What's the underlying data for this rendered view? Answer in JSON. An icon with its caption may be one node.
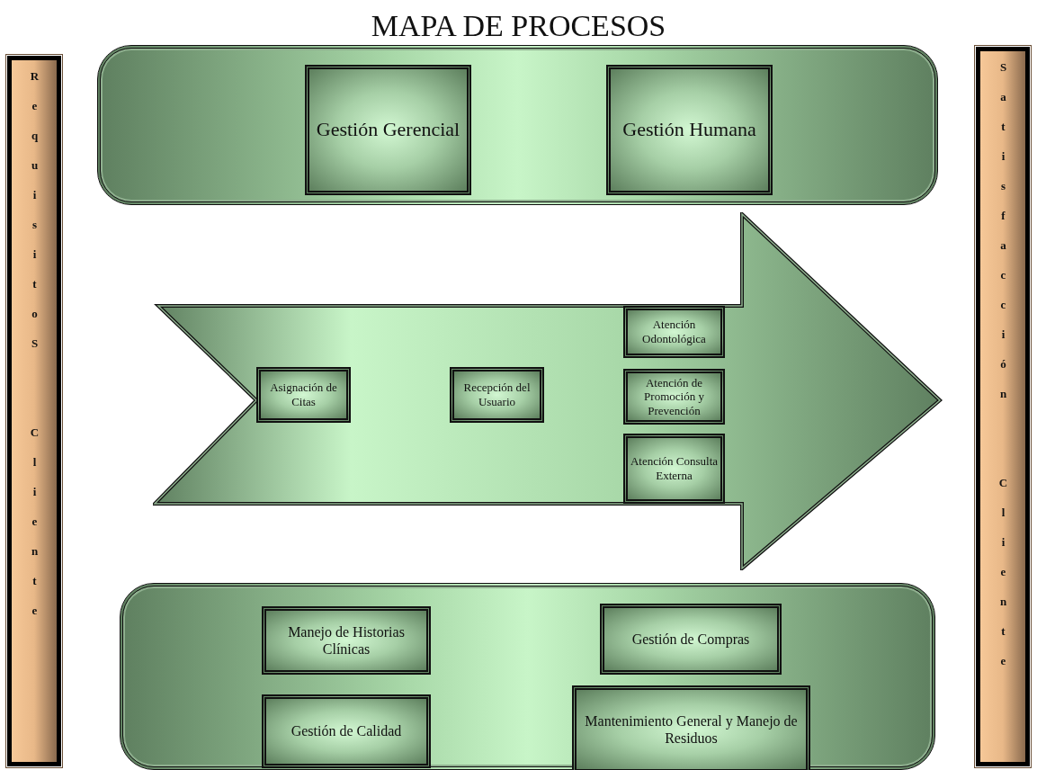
{
  "diagram": {
    "title": "MAPA DE PROCESOS",
    "nodes": [
      {
        "text": [
          "RequisitoS  Cliente"
        ]
      },
      {
        "text": [],
        "shape": "box"
      },
      {
        "text": [
          "Gestión Gerencial"
        ],
        "in": 1
      },
      {
        "text": [
          "Gestión Humana"
        ],
        "in": 1
      },
      {
        "text": [],
        "shape": "arrow"
      },
      {
        "text": [
          "Asignación de Citas"
        ],
        "in": 4
      },
      {
        "text": [
          "Recepción del Usuario"
        ],
        "in": 4
      },
      {
        "text": [
          "Atención Odontológica"
        ],
        "in": 4
      },
      {
        "text": [
          "Atención de Promoción y Prevención"
        ],
        "in": 4
      },
      {
        "text": [
          "Atención Consulta Externa"
        ],
        "in": 4
      },
      {
        "text": [],
        "shape": "box"
      },
      {
        "text": [
          "Manejo de Historias Clínicas"
        ],
        "in": 10
      },
      {
        "text": [
          "Gestión de Compras"
        ],
        "in": 10
      },
      {
        "text": [
          "Gestión de Calidad"
        ],
        "in": 10
      },
      {
        "text": [
          "Mantenimiento General y Manejo de Residuos"
        ],
        "in": 10
      },
      {
        "text": [
          "Satisfacción  Cliente"
        ]
      }
    ]
  }
}
